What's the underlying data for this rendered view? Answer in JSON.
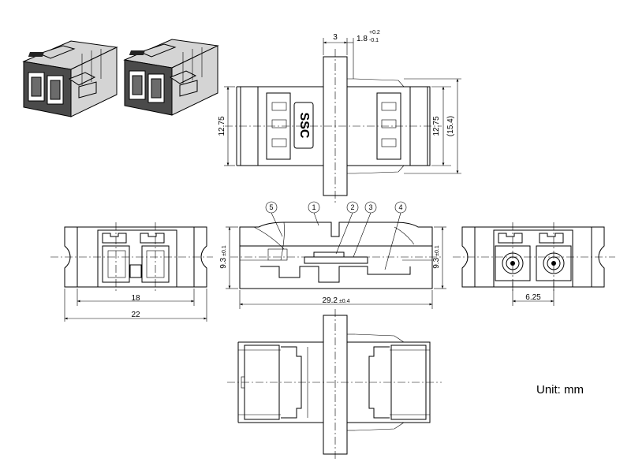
{
  "dimensions": {
    "top_width_a": "3",
    "top_tol_plus": "+0.2",
    "top_width_b": "1.8",
    "top_tol_minus": "-0.1",
    "height_left": "12.75",
    "height_right": "12.75",
    "height_total": "(15.4)",
    "side_height_left": "9.3",
    "side_height_left_tol": "±0.1",
    "side_height_right": "9.3",
    "side_height_right_tol": "±0.1",
    "inner_width": "18",
    "outer_width": "22",
    "length": "29.2",
    "length_tol": "±0.4",
    "pitch": "6.25"
  },
  "callouts": [
    "1",
    "2",
    "3",
    "4",
    "5"
  ],
  "logo_text": "SSC",
  "unit_label": "Unit: mm"
}
